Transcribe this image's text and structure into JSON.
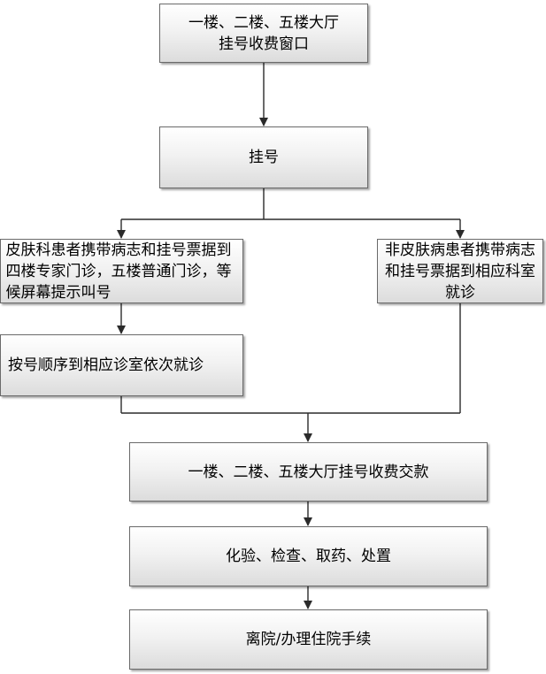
{
  "flowchart": {
    "step_hall_registration": "一楼、二楼、五楼大厅挂号收费窗口",
    "step_register": "挂号",
    "branch_dermatology": "皮肤科患者携带病志和挂号票据到四楼专家门诊，五楼普通门诊，等候屏幕提示叫号",
    "branch_non_dermatology": "非皮肤病患者携带病志和挂号票据到相应科室就诊",
    "step_visit_clinic": "按号顺序到相应诊室依次就诊",
    "step_payment": "一楼、二楼、五楼大厅挂号收费交款",
    "step_tests": "化验、检查、取药、处置",
    "step_exit": "离院/办理住院手续"
  },
  "colors": {
    "line": "#2b2b2b",
    "box_border": "#6a6a6a",
    "box_fill_top": "#ffffff",
    "box_fill_bottom": "#dcdcdc"
  }
}
